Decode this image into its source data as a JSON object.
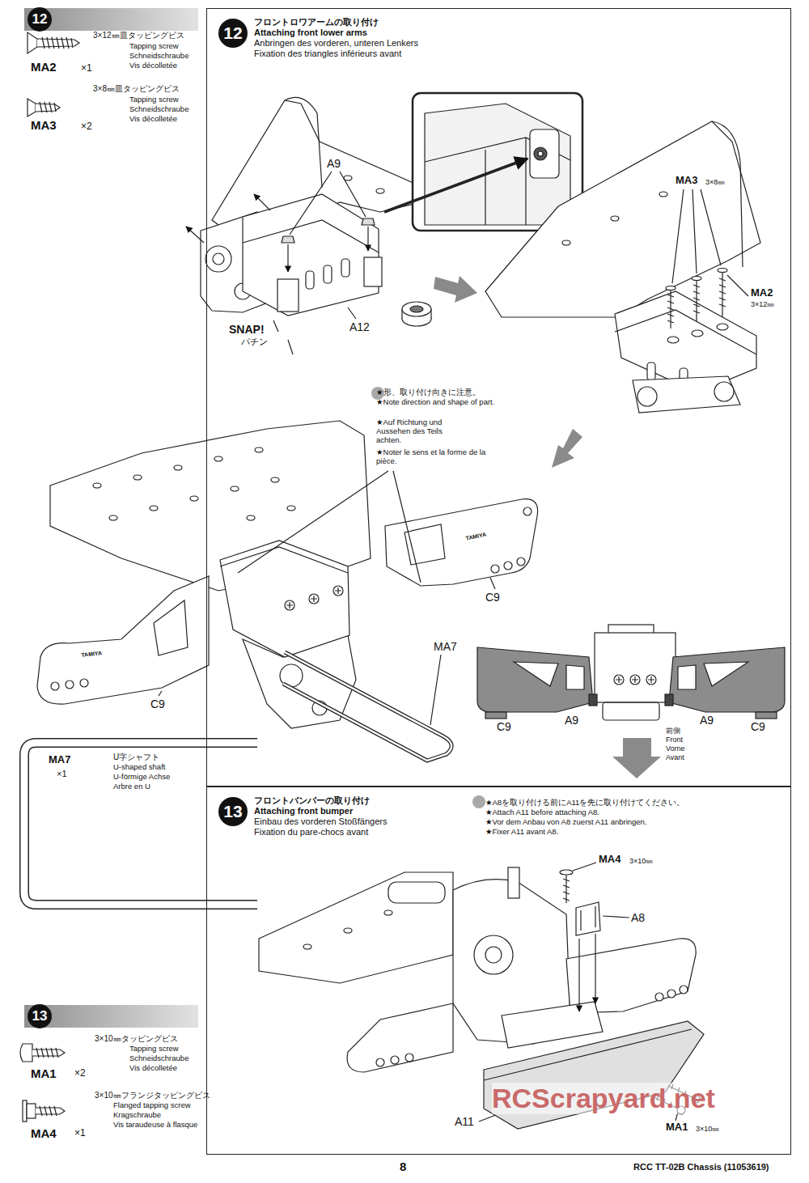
{
  "diagram": {
    "nodes": [
      {
        "text": [
          "12"
        ]
      },
      {
        "text": [
          "フロントロワアームの取り付け",
          "Attaching front lower arms",
          "Anbringen des vorderen, unteren Lenkers",
          "Fixation des triangles inférieurs avant"
        ]
      },
      {
        "text": [
          "12"
        ],
        "in": 1
      },
      {
        "text": [
          "13"
        ]
      },
      {
        "text": [
          "フロントバンパーの取り付け",
          "Attaching front bumper",
          "Einbau des vorderen Stoßfängers",
          "Fixation du pare-chocs avant"
        ]
      },
      {
        "text": [
          "13"
        ],
        "in": 4
      }
    ],
    "labels": [
      "3×12㎜皿タッピングビス",
      "Tapping screw",
      "Schneidschraube",
      "Vis décolletée",
      "MA2",
      "×1",
      "3×8㎜皿タッピングビス",
      "Tapping screw",
      "Schneidschraube",
      "Vis décolletée",
      "MA3",
      "×2",
      "A9",
      "A12",
      "SNAP!",
      "パチン",
      "MA3",
      "3×8㎜",
      "MA2",
      "3×12㎜",
      "★形、取り付け向きに注意。",
      "★Note direction and shape of part.",
      "★Auf Richtung und Aussehen des Teils achten.",
      "★Noter le sens et la forme de la pièce.",
      "TAMIYA",
      "C9",
      "TAMIYA",
      "C9",
      "MA7",
      "C9",
      "A9",
      "A9",
      "C9",
      "前側",
      "Front",
      "Vorne",
      "Avant",
      "MA7",
      "×1",
      "U字シャフト",
      "U-shaped shaft",
      "U-förmige Achse",
      "Arbre en U",
      "★A8を取り付ける前にA11を先に取り付けてください。",
      "★Attach A11 before attaching A8.",
      "★Vor dem Anbau von A8 zuerst A11 anbringen.",
      "★Fixer A11 avant A8.",
      "MA4",
      "3×10㎜",
      "A8",
      "A11",
      "MA1",
      "3×10㎜",
      "3×10㎜タッピングビス",
      "Tapping screw",
      "Schneidschraube",
      "Vis décolletée",
      "MA1",
      "×2",
      "3×10㎜フランジタッピングビス",
      "Flanged tapping screw",
      "Kragschraube",
      "Vis taraudeuse à flasque",
      "MA4",
      "×1",
      "8",
      "RCC TT-02B Chassis (11053619)",
      "RCScrapyard.net"
    ]
  }
}
